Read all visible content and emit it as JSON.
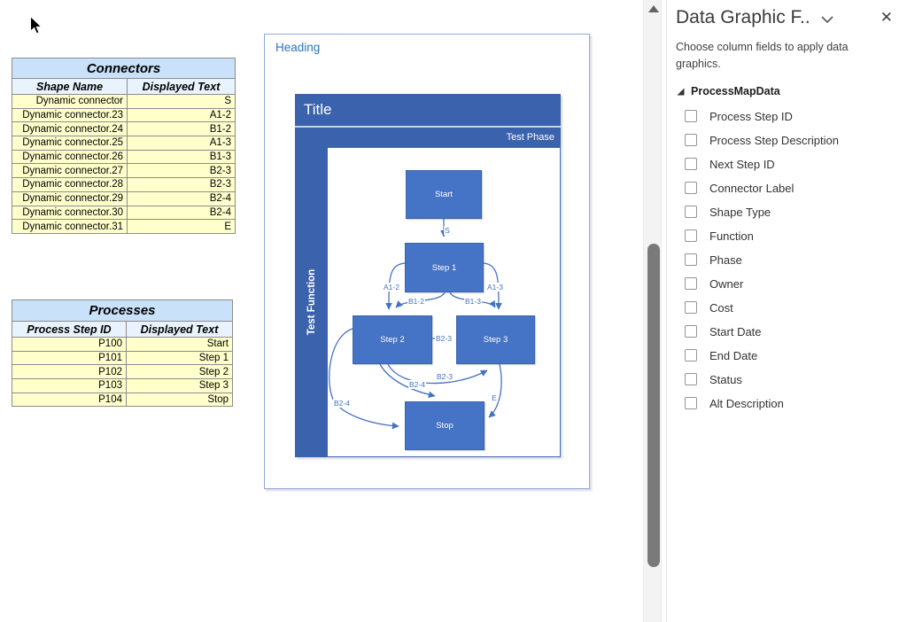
{
  "tables": {
    "connectors": {
      "title": "Connectors",
      "columns": [
        "Shape Name",
        "Displayed Text"
      ],
      "rows": [
        [
          "Dynamic connector",
          "S"
        ],
        [
          "Dynamic connector.23",
          "A1-2"
        ],
        [
          "Dynamic connector.24",
          "B1-2"
        ],
        [
          "Dynamic connector.25",
          "A1-3"
        ],
        [
          "Dynamic connector.26",
          "B1-3"
        ],
        [
          "Dynamic connector.27",
          "B2-3"
        ],
        [
          "Dynamic connector.28",
          "B2-3"
        ],
        [
          "Dynamic connector.29",
          "B2-4"
        ],
        [
          "Dynamic connector.30",
          "B2-4"
        ],
        [
          "Dynamic connector.31",
          "E"
        ]
      ]
    },
    "processes": {
      "title": "Processes",
      "columns": [
        "Process Step ID",
        "Displayed Text"
      ],
      "rows": [
        [
          "P100",
          "Start"
        ],
        [
          "P101",
          "Step 1"
        ],
        [
          "P102",
          "Step 2"
        ],
        [
          "P103",
          "Step 3"
        ],
        [
          "P104",
          "Stop"
        ]
      ]
    }
  },
  "diagram": {
    "heading": "Heading",
    "title": "Title",
    "phase": "Test Phase",
    "function": "Test Function",
    "nodes": [
      {
        "id": "start",
        "label": "Start"
      },
      {
        "id": "step1",
        "label": "Step 1"
      },
      {
        "id": "step2",
        "label": "Step 2"
      },
      {
        "id": "step3",
        "label": "Step 3"
      },
      {
        "id": "stop",
        "label": "Stop"
      }
    ],
    "connector_labels": [
      "S",
      "A1-2",
      "B1-2",
      "B1-3",
      "A1-3",
      "B2-3",
      "B2-3",
      "B2-4",
      "B2-4",
      "E"
    ]
  },
  "panel": {
    "title": "Data Graphic F..",
    "chevron_icon": "chevron-down",
    "close_icon": "close",
    "description": "Choose column fields to apply data graphics.",
    "section": "ProcessMapData",
    "fields": [
      "Process Step ID",
      "Process Step Description",
      "Next Step ID",
      "Connector Label",
      "Shape Type",
      "Function",
      "Phase",
      "Owner",
      "Cost",
      "Start Date",
      "End Date",
      "Status",
      "Alt Description"
    ]
  },
  "colors": {
    "accent_blue": "#4472C4",
    "band_blue": "#3B62AC",
    "table_title_bg": "#C9E2FA",
    "table_header_bg": "#E9F3FD",
    "table_row_bg": "#FFFFCC",
    "scroll_thumb": "#7A7A7A"
  }
}
